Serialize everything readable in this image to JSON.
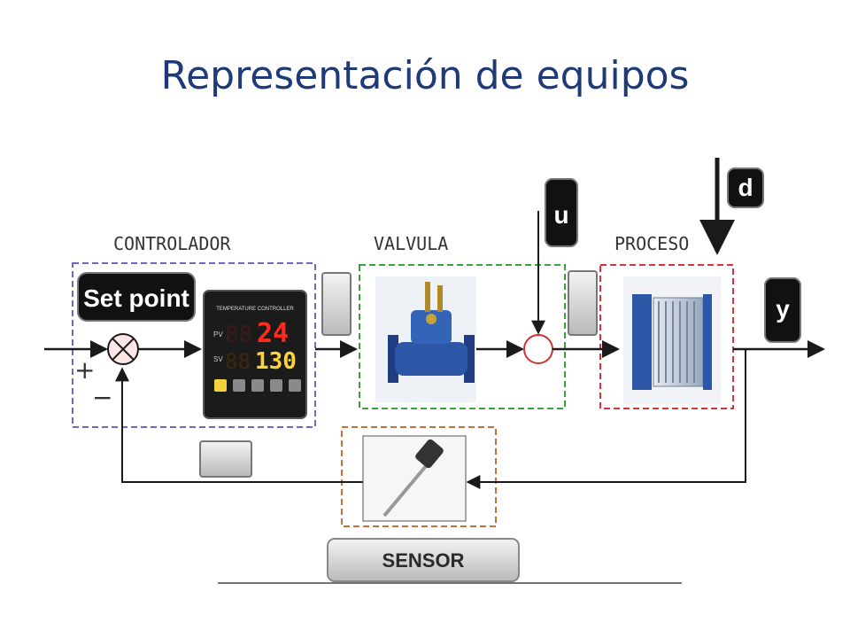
{
  "slide": {
    "title": "Representación de equipos"
  },
  "diagram": {
    "controller_label": "CONTROLADOR",
    "valve_label": "VALVULA",
    "process_label": "PROCESO",
    "set_point_label": "Set point",
    "sensor_label": "SENSOR",
    "u_label": "u",
    "d_label": "d",
    "y_label": "y",
    "plus_sign": "+",
    "minus_sign": "−",
    "display": {
      "brand_line": "TEMPERATURE CONTROLLER",
      "pv_tag": "PV",
      "sv_tag": "SV",
      "pv_value": "24",
      "sv_value": "130",
      "pv_dim": "88",
      "sv_dim": "88"
    }
  },
  "colors": {
    "title": "#1f3a78",
    "controller_box": "#6b6bbf",
    "valve_box": "#3aa33a",
    "process_box": "#e0303a",
    "sensor_box": "#c8703a",
    "valve_body": "#2c56a6",
    "display_red": "#ff2a1a"
  }
}
